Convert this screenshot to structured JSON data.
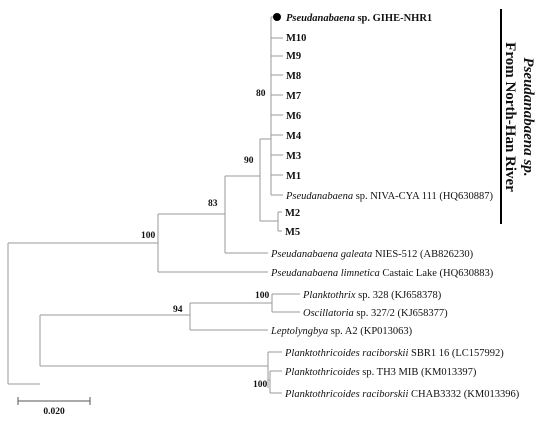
{
  "tree": {
    "tips": {
      "gihe": {
        "genus": "Pseudanabaena",
        "rest": " sp. GIHE-NHR1"
      },
      "m10": {
        "label": "M10"
      },
      "m9": {
        "label": "M9"
      },
      "m8": {
        "label": "M8"
      },
      "m7": {
        "label": "M7"
      },
      "m6": {
        "label": "M6"
      },
      "m4": {
        "label": "M4"
      },
      "m3": {
        "label": "M3"
      },
      "m1": {
        "label": "M1"
      },
      "niva": {
        "genus": "Pseudanabaena",
        "rest": " sp. NIVA-CYA 111 (HQ630887)"
      },
      "m2": {
        "label": "M2"
      },
      "m5": {
        "label": "M5"
      },
      "galeata": {
        "genus": "Pseudanabaena galeata",
        "rest": " NIES-512 (AB826230)"
      },
      "limnetica": {
        "genus": "Pseudanabaena limnetica",
        "rest": " Castaic Lake (HQ630883)"
      },
      "plank": {
        "genus": "Planktothrix",
        "rest": " sp. 328 (KJ658378)"
      },
      "osc": {
        "genus": "Oscillatoria",
        "rest": " sp. 327/2 (KJ658377)"
      },
      "lepto": {
        "genus": "Leptolyngbya",
        "rest": " sp. A2 (KP013063)"
      },
      "pr_sbr": {
        "genus": "Planktothricoides raciborskii",
        "rest": " SBR1 16 (LC157992)"
      },
      "pt_th3": {
        "genus": "Planktothricoides",
        "rest": " sp. TH3 MIB (KM013397)"
      },
      "pr_chab": {
        "genus": "Planktothricoides raciborskii",
        "rest": " CHAB3332 (KM013396)"
      }
    },
    "bootstrap": {
      "b80": "80",
      "b90": "90",
      "b83": "83",
      "b100_root": "100",
      "b100_plank": "100",
      "b94": "94",
      "b100_pt": "100"
    },
    "group_label": {
      "line1": "Pseudanabaena sp.",
      "line2": "From North-Han River"
    },
    "scale_bar": {
      "label": "0.020"
    },
    "marker": "filled-circle"
  }
}
